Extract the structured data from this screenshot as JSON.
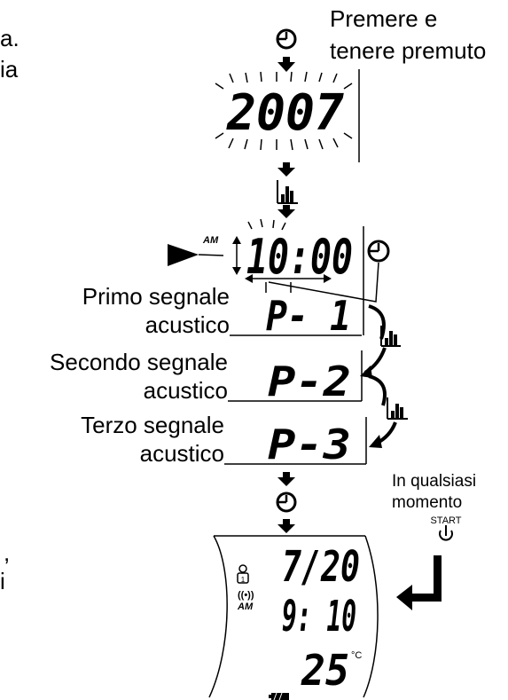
{
  "left_fragments": {
    "line1": "a.",
    "line2": "ia",
    "line3": ",",
    "line4": "i"
  },
  "hold_instruction": {
    "line1": "Premere e",
    "line2": "tenere premuto"
  },
  "year_display": "2007",
  "time_display": {
    "meridiem": "AM",
    "value": "10:00"
  },
  "beeps": [
    {
      "label_line1": "Primo segnale",
      "label_line2": "acustico",
      "display": "P- 1"
    },
    {
      "label_line1": "Secondo segnale",
      "label_line2": "acustico",
      "display": "P-2"
    },
    {
      "label_line1": "Terzo segnale",
      "label_line2": "acustico",
      "display": "P-3"
    }
  ],
  "anytime_note": {
    "line1": "In qualsiasi",
    "line2": "momento",
    "start_label": "START"
  },
  "device_screen": {
    "date": "7/20",
    "time": "9: 10",
    "meridiem": "AM",
    "temperature": "25",
    "temperature_unit": "°C",
    "wave_symbol": "((•))"
  },
  "icons": [
    "clock-icon",
    "bar-chart-icon",
    "arrow-down-icon",
    "start-power-icon",
    "pointer-triangle-icon",
    "battery-icon",
    "person-icon"
  ]
}
